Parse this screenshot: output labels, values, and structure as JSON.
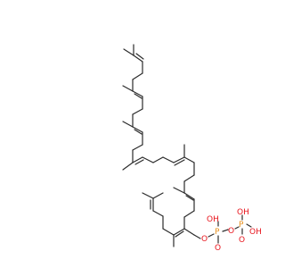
{
  "structure": {
    "atoms": {
      "o_ester": "O",
      "p1": "P",
      "p1_oh": "OH",
      "p1_o_down": "O",
      "o_bridge": "O",
      "p2": "P",
      "p2_oh_top": "OH",
      "p2_oh_right": "OH",
      "p2_o_down": "O"
    }
  },
  "colors": {
    "bond": "#2b2b2b",
    "oxygen": "#e8141c",
    "phosphorus": "#e8901e",
    "background": "#ffffff"
  }
}
